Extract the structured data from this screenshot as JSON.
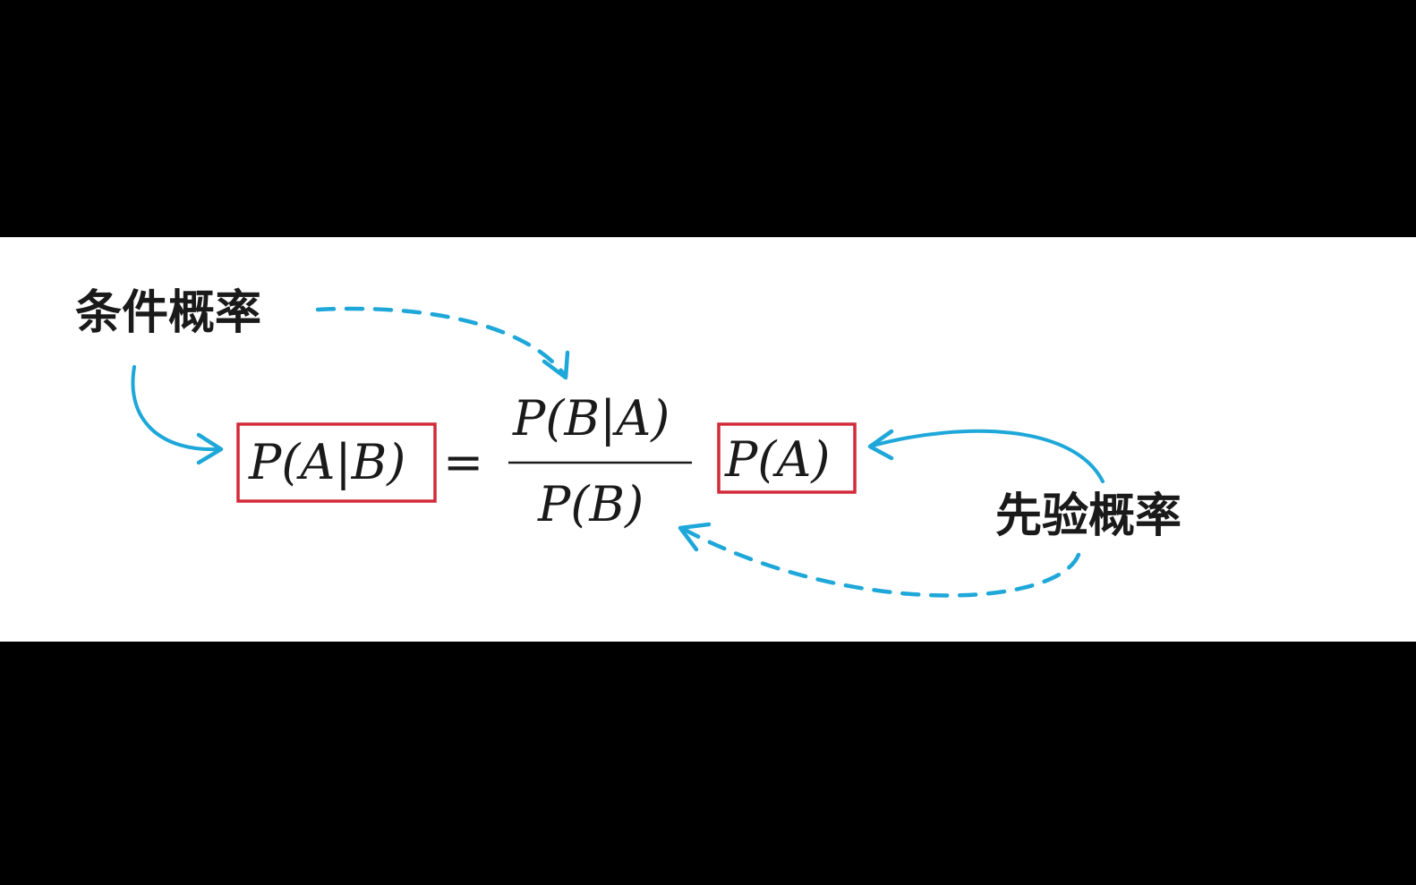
{
  "labels": {
    "conditional_probability": "条件概率",
    "prior_probability": "先验概率"
  },
  "formula": {
    "lhs": "P(A|B)",
    "equals": "=",
    "numerator": "P(B|A)",
    "denominator": "P(B)",
    "multiplier": "P(A)"
  },
  "colors": {
    "box": "#d32a3a",
    "arrow": "#1ea7d9",
    "text": "#1a1a1a",
    "background": "#ffffff",
    "letterbox": "#000000"
  }
}
